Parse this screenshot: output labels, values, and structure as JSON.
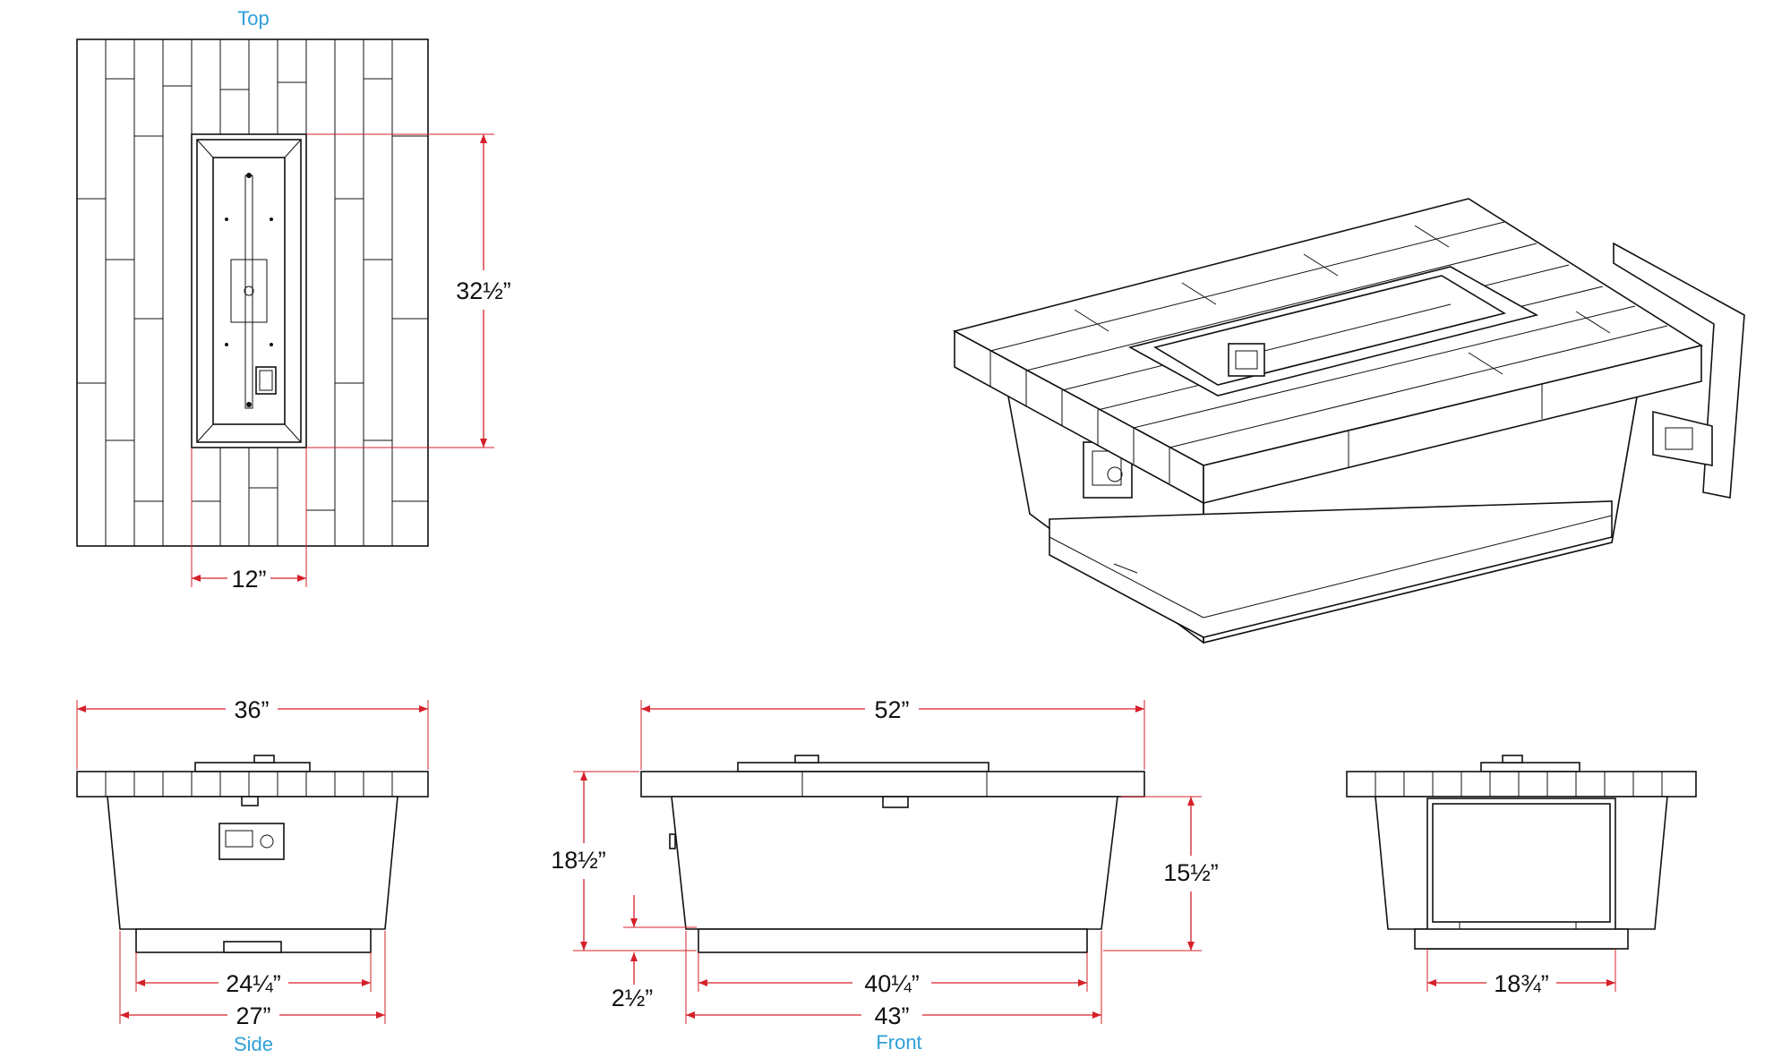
{
  "views": {
    "top": "Top",
    "side": "Side",
    "front": "Front"
  },
  "dimensions": {
    "top_burner_length": "32½”",
    "top_burner_width": "12”",
    "side_overall": "36”",
    "side_base_inner": "24¼”",
    "side_base_outer": "27”",
    "front_overall": "52”",
    "front_height_total": "18½”",
    "front_height_body": "15½”",
    "front_base_height": "2½”",
    "front_base_inner": "40¼”",
    "front_base_outer": "43”",
    "back_door_width": "18¾”"
  },
  "colors": {
    "dimension_red": "#d6202a",
    "view_label_blue": "#2e9fd8",
    "line_black": "#111111"
  }
}
